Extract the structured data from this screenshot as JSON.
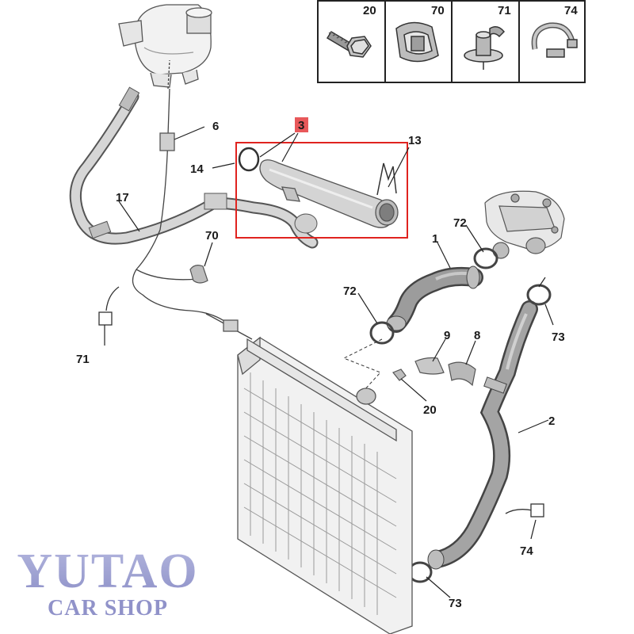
{
  "inset": {
    "parts": [
      {
        "number": "20",
        "icon": "bolt-icon"
      },
      {
        "number": "70",
        "icon": "clip-icon"
      },
      {
        "number": "71",
        "icon": "push-fastener-icon"
      },
      {
        "number": "74",
        "icon": "clamp-icon"
      }
    ]
  },
  "callouts": {
    "c3": "3",
    "c13": "13",
    "c14": "14",
    "c6": "6",
    "c17": "17",
    "c70": "70",
    "c71": "71",
    "c72a": "72",
    "c72b": "72",
    "c1": "1",
    "c73a": "73",
    "c9": "9",
    "c8": "8",
    "c20": "20",
    "c2": "2",
    "c74": "74",
    "c73b": "73"
  },
  "highlight": {
    "color": "#e0231f",
    "label_bg": "#e8585a"
  },
  "watermark": {
    "brand": "YUTAO",
    "sub": "CAR SHOP"
  }
}
